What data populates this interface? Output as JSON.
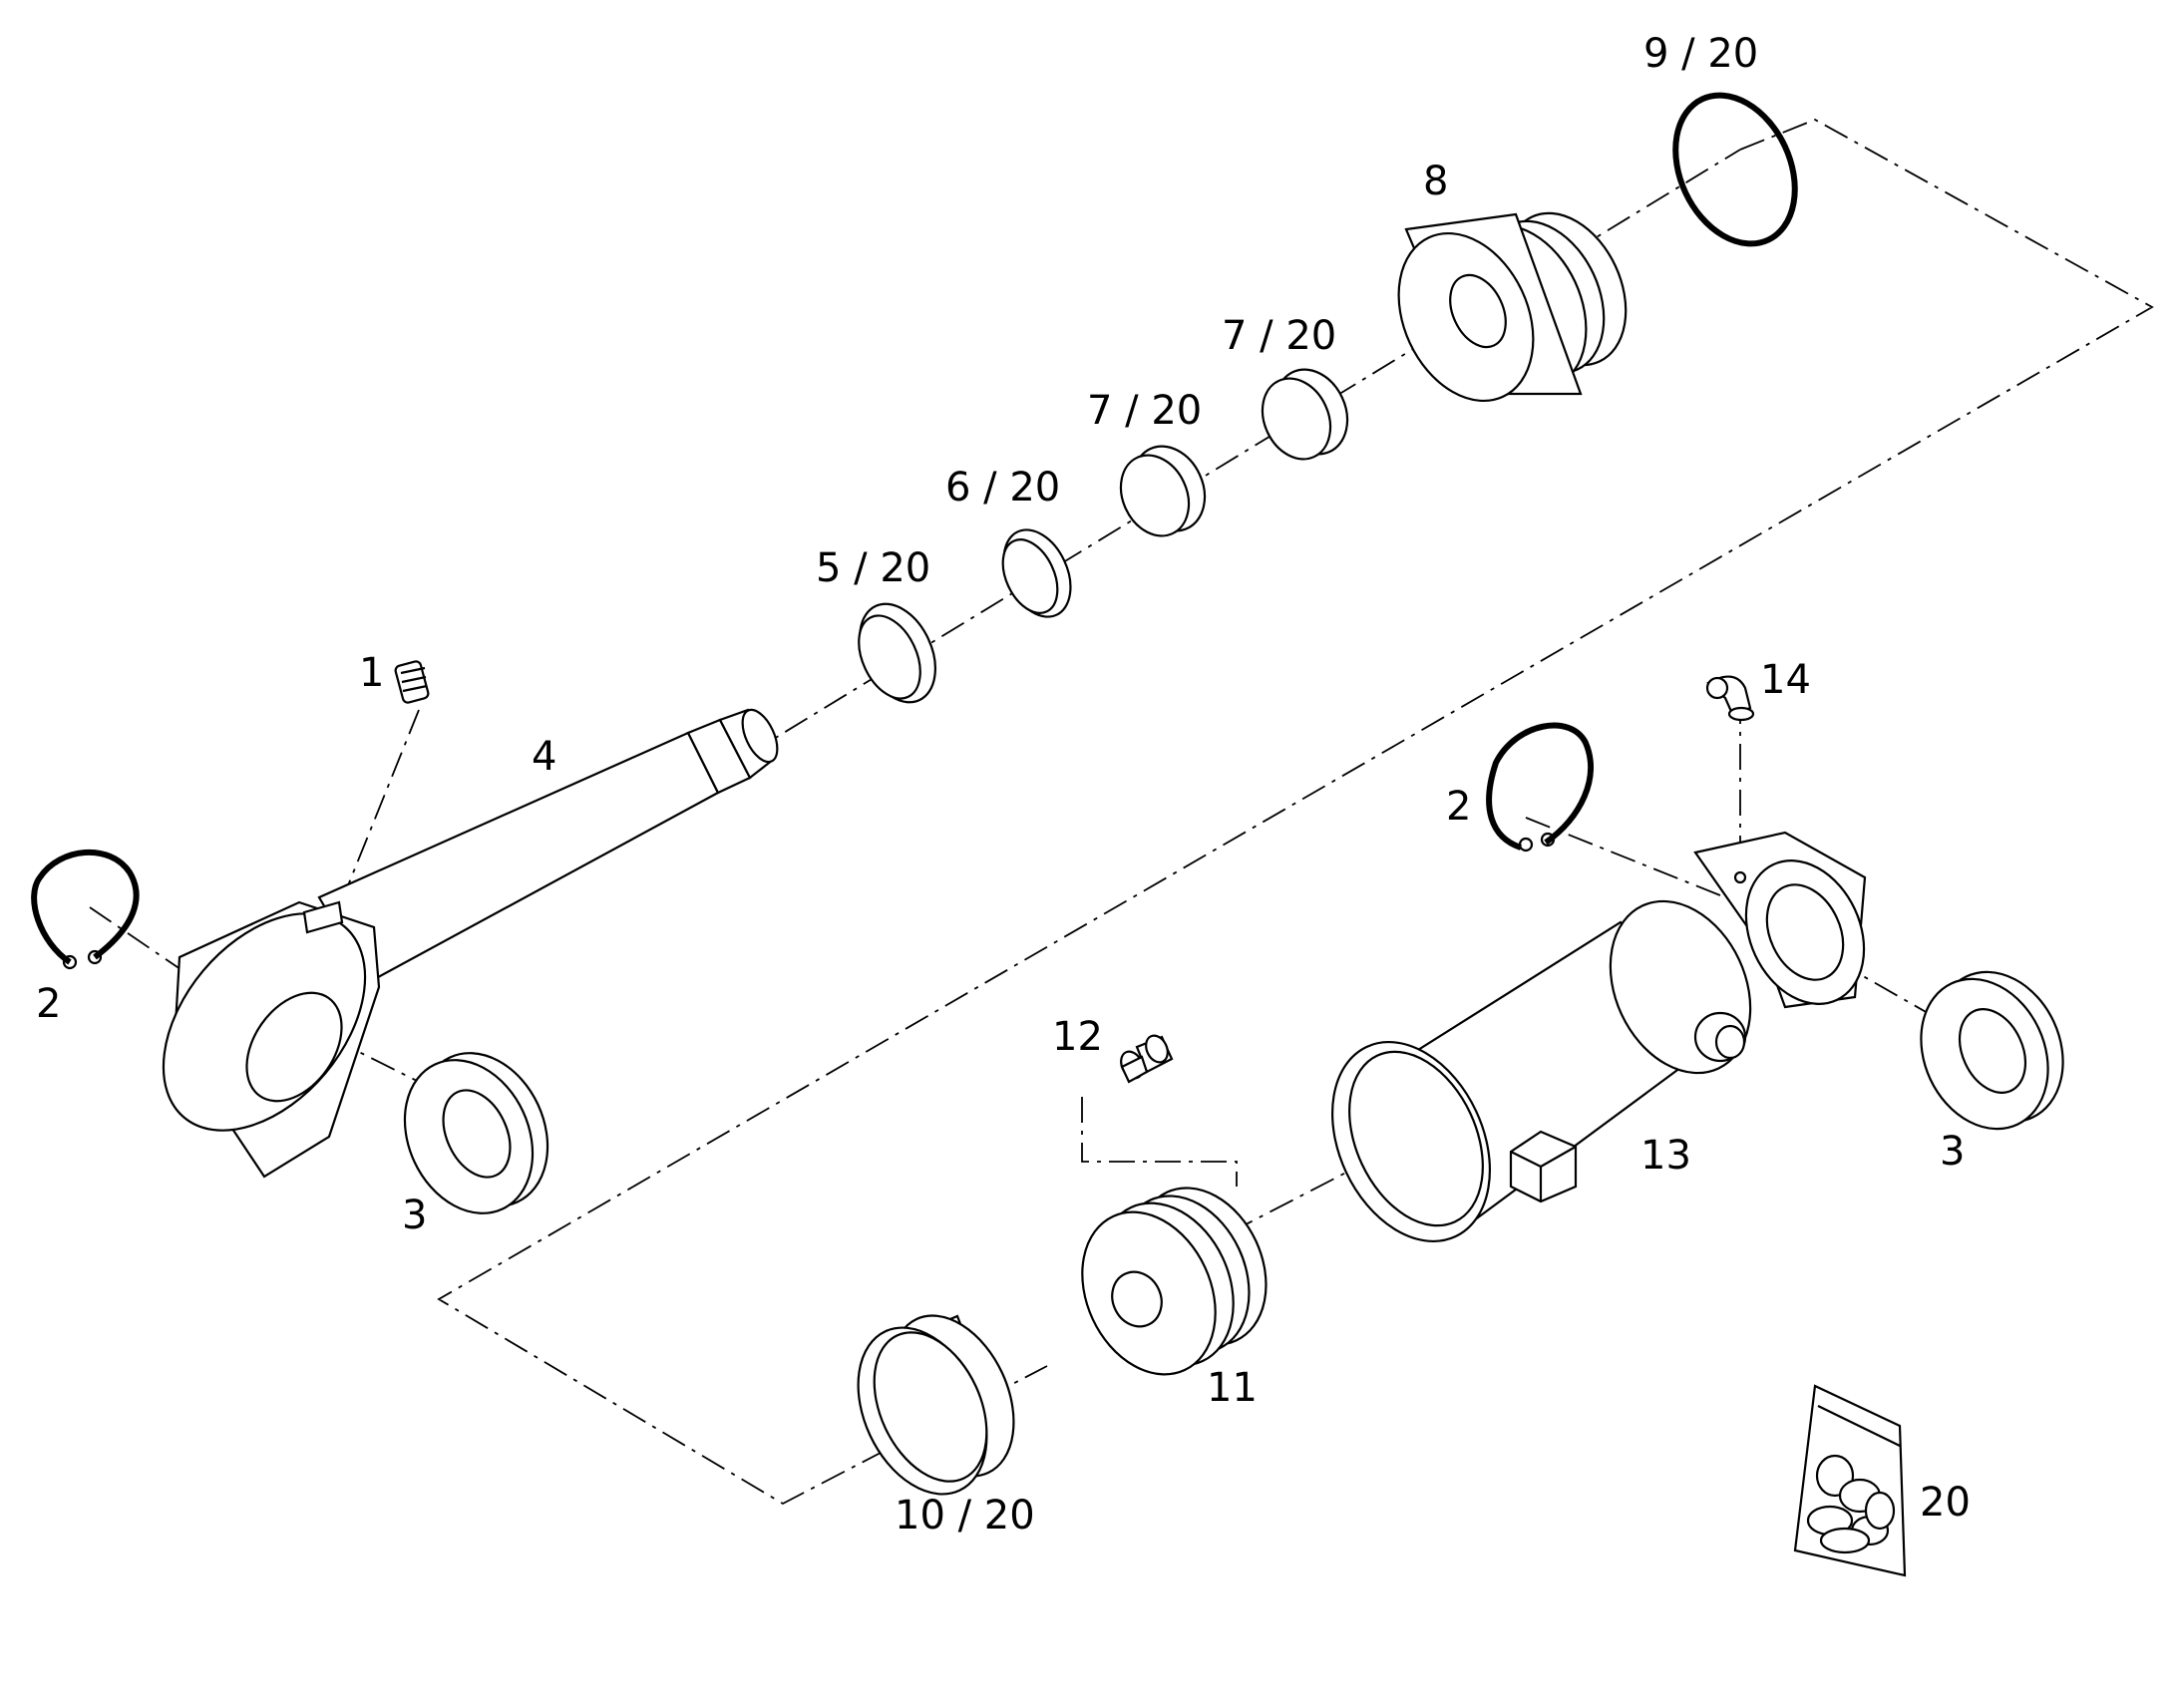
{
  "diagram": {
    "colors": {
      "line": "#000000",
      "background": "#ffffff"
    },
    "callouts": {
      "c1": "1",
      "c2_left": "2",
      "c2_right": "2",
      "c3_left": "3",
      "c3_right": "3",
      "c4": "4",
      "c5": "5 / 20",
      "c6": "6 / 20",
      "c7a": "7 / 20",
      "c7b": "7 / 20",
      "c8": "8",
      "c9": "9 / 20",
      "c10": "10 / 20",
      "c11": "11",
      "c12": "12",
      "c13": "13",
      "c14": "14",
      "c20": "20"
    }
  }
}
